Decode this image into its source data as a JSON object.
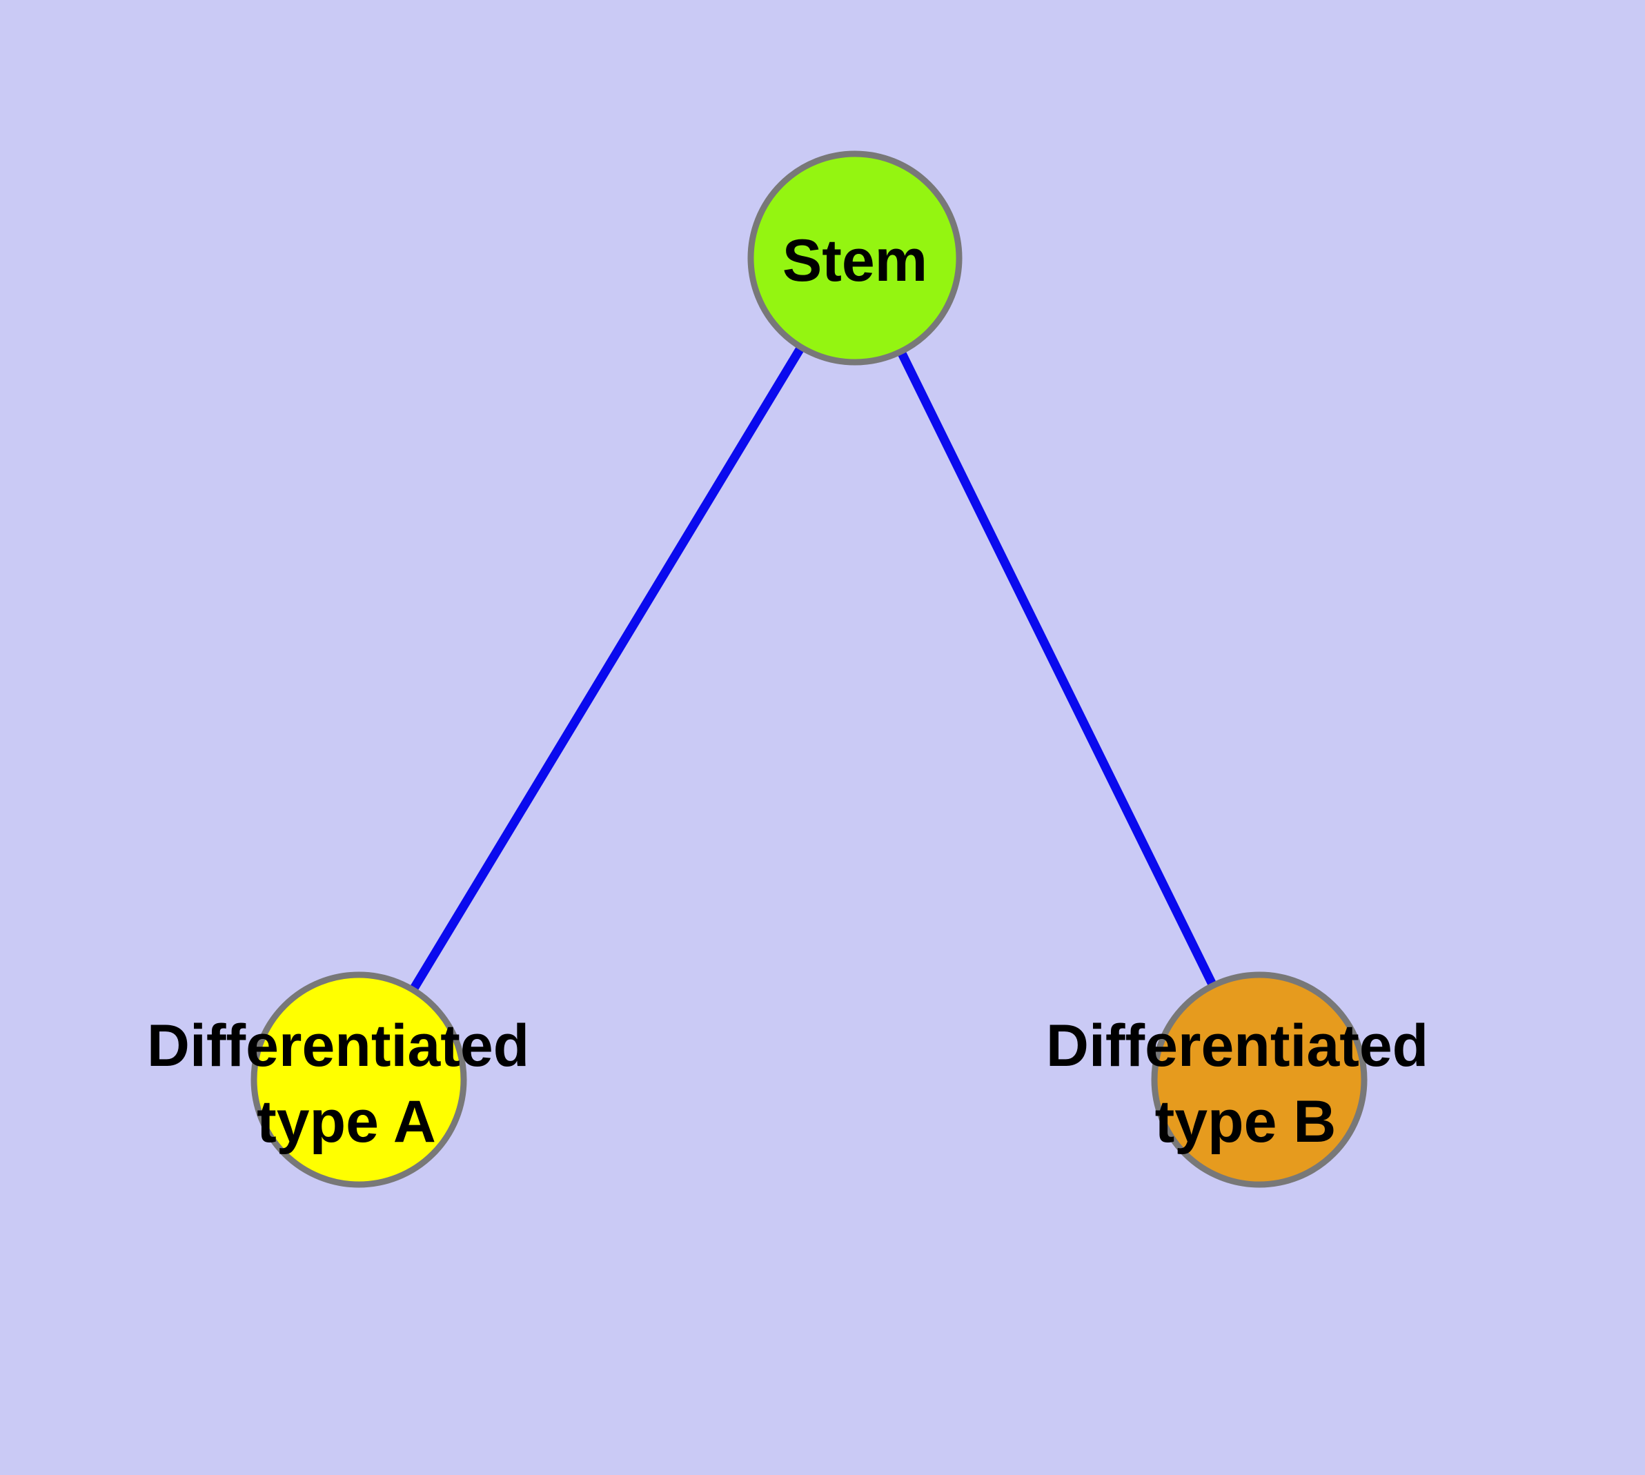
{
  "diagram": {
    "type": "graph",
    "background_color": "#cacaf5",
    "edge_color": "#0a0aee",
    "node_border_color": "#787878",
    "label_color": "#000000",
    "nodes": [
      {
        "id": "stem",
        "label": "Stem",
        "fill_color": "#94f511"
      },
      {
        "id": "differentiated-type-a",
        "label": "Differentiated type A",
        "label_line1": "Differentiated",
        "label_line2": "type A",
        "fill_color": "#ffff00"
      },
      {
        "id": "differentiated-type-b",
        "label": "Differentiated type B",
        "label_line1": "Differentiated",
        "label_line2": "type B",
        "fill_color": "#e69b1e"
      }
    ],
    "edges": [
      {
        "from": "Stem",
        "to": "Differentiated type A"
      },
      {
        "from": "Stem",
        "to": "Differentiated type B"
      }
    ]
  }
}
